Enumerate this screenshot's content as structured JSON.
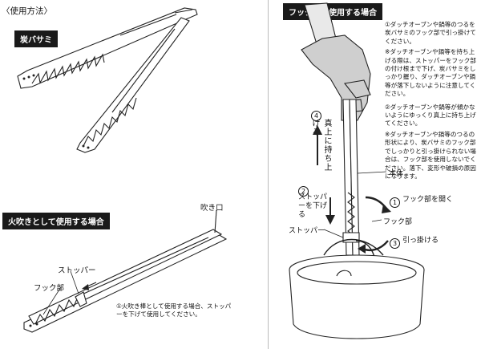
{
  "left_top": {
    "title": "〈使用方法〉",
    "label": "炭バサミ"
  },
  "left_bottom": {
    "header": "火吹きとして使用する場合",
    "blowhole": "吹き口",
    "stopper": "ストッパー",
    "hook": "フック部",
    "note": "①火吹き棒として使用する場合、ストッパーを下げて使用してください。"
  },
  "right": {
    "header": "フック部を使用する場合",
    "notes": [
      "①ダッチオーブンや鍋等のつるを炭バサミのフック部で引っ掛けてください。",
      "※ダッチオーブンや鍋等を持ち上げる際は、ストッパーをフック部の付け根まで下げ、炭バサミをしっかり握り、ダッチオーブンや鍋等が落下しないように注意してください。",
      "②ダッチオーブンや鍋等が傾かないようにゆっくり真上に持ち上げてください。",
      "※ダッチオーブンや鍋等のつるの形状により、炭バサミのフック部でしっかりと引っ掛けられない場合は、フック部を使用しないでください。落下、変形や破損の原因になります。"
    ],
    "step4_num": "4",
    "step4_text": "真上に持ち上げる",
    "step2_num": "2",
    "step2_text": "ストッパーを下げる",
    "body_label": "本体",
    "step1_num": "1",
    "step1_text": "フック部を開く",
    "hook_label": "フック部",
    "stopper_label": "ストッパー",
    "step3_num": "3",
    "step3_text": "引っ掛ける"
  }
}
